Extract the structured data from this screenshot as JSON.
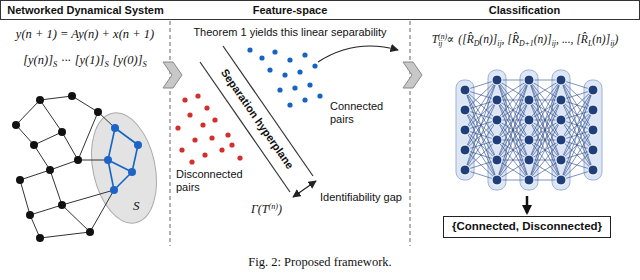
{
  "diagram": {
    "caption": "Fig. 2: Proposed framework.",
    "nodes": [
      {
        "text": [
          "Networked Dynamical System"
        ]
      },
      {
        "text": [
          "Feature-space"
        ]
      },
      {
        "text": [
          "Classification"
        ]
      },
      {
        "text": [
          "{Connected, Disconnected}"
        ],
        "in": 2
      }
    ],
    "labels": [
      "y(n + 1) = Ay(n) + x(n + 1)",
      "[y(n)]",
      "S",
      "···",
      "[y(1)]",
      "S",
      "[y(0)]",
      "S",
      "S",
      "Theorem 1 yields this linear separability",
      "Separation hyperplane",
      "Connected pairs",
      "Disconnected pairs",
      "Γ(T",
      "(n)",
      ")",
      "Identifiability gap",
      "T",
      "(n)",
      "ij",
      "∝",
      "([R̂",
      "D",
      "(n)]",
      "ij",
      ",",
      "[R̂",
      "D+1",
      "(n)]",
      "ij",
      ",",
      "...,",
      "[R̂",
      "L",
      "(n)]",
      "ij",
      ")"
    ]
  }
}
